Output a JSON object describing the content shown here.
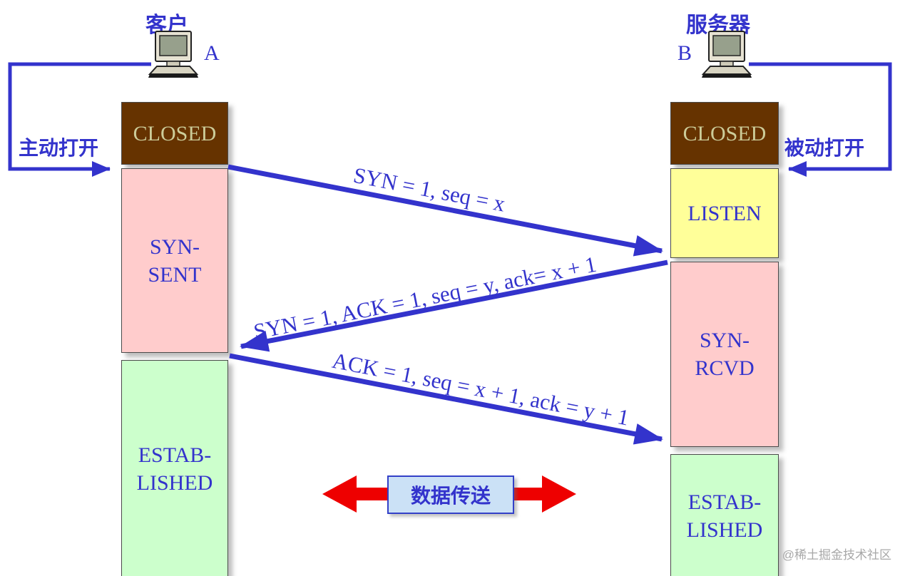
{
  "diagram": {
    "client": {
      "title": "客户",
      "node_label": "A",
      "open_action": "主动打开",
      "states": {
        "closed": "CLOSED",
        "syn_sent": [
          "SYN-",
          "SENT"
        ],
        "established": [
          "ESTAB-",
          "LISHED"
        ]
      }
    },
    "server": {
      "title": "服务器",
      "node_label": "B",
      "open_action": "被动打开",
      "states": {
        "closed": "CLOSED",
        "listen": "LISTEN",
        "syn_rcvd": [
          "SYN-",
          "RCVD"
        ],
        "established": [
          "ESTAB-",
          "LISHED"
        ]
      }
    },
    "messages": {
      "syn": "SYN = 1, seq = x",
      "syn_ack": "SYN = 1, ACK = 1, seq = y, ack= x + 1",
      "ack": "ACK = 1, seq = x + 1, ack = y + 1"
    },
    "data_transfer_label": "数据传送",
    "watermark": "@稀土掘金技术社区",
    "colors": {
      "line_blue": "#3333CC",
      "closed_bg": "#663300",
      "closed_text": "#CCCC99",
      "listen_bg": "#FFFF99",
      "syn_state_bg": "#FFCCCC",
      "established_bg": "#CCFFCC",
      "data_arrow_red": "#EE0000",
      "transfer_box_bg": "#CBE1F6"
    }
  }
}
